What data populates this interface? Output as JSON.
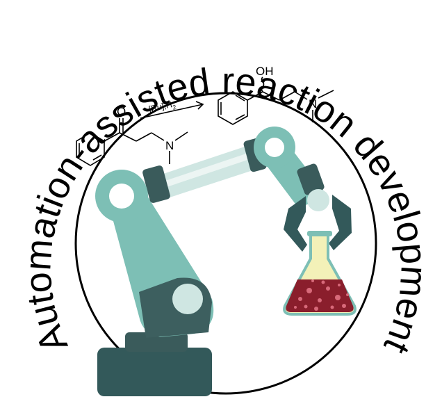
{
  "title": "Automation-assisted reaction development",
  "reaction": {
    "conditions_main": "[Ru],H",
    "conditions_sub": "2",
    "reactant_o": "O",
    "reactant_n": "N",
    "product_oh": "OH",
    "product_n": "N"
  },
  "colors": {
    "arm_teal": "#7dbfb5",
    "arm_dark": "#33595a",
    "arm_light": "#cfe6e2",
    "joint_dark": "#3a5b5b",
    "flask_liquid": "#8a1e2c",
    "flask_cream": "#f3f1b8",
    "outline": "#000000"
  },
  "icons": [
    "robot-arm-icon",
    "gripper-icon",
    "erlenmeyer-flask-icon"
  ]
}
